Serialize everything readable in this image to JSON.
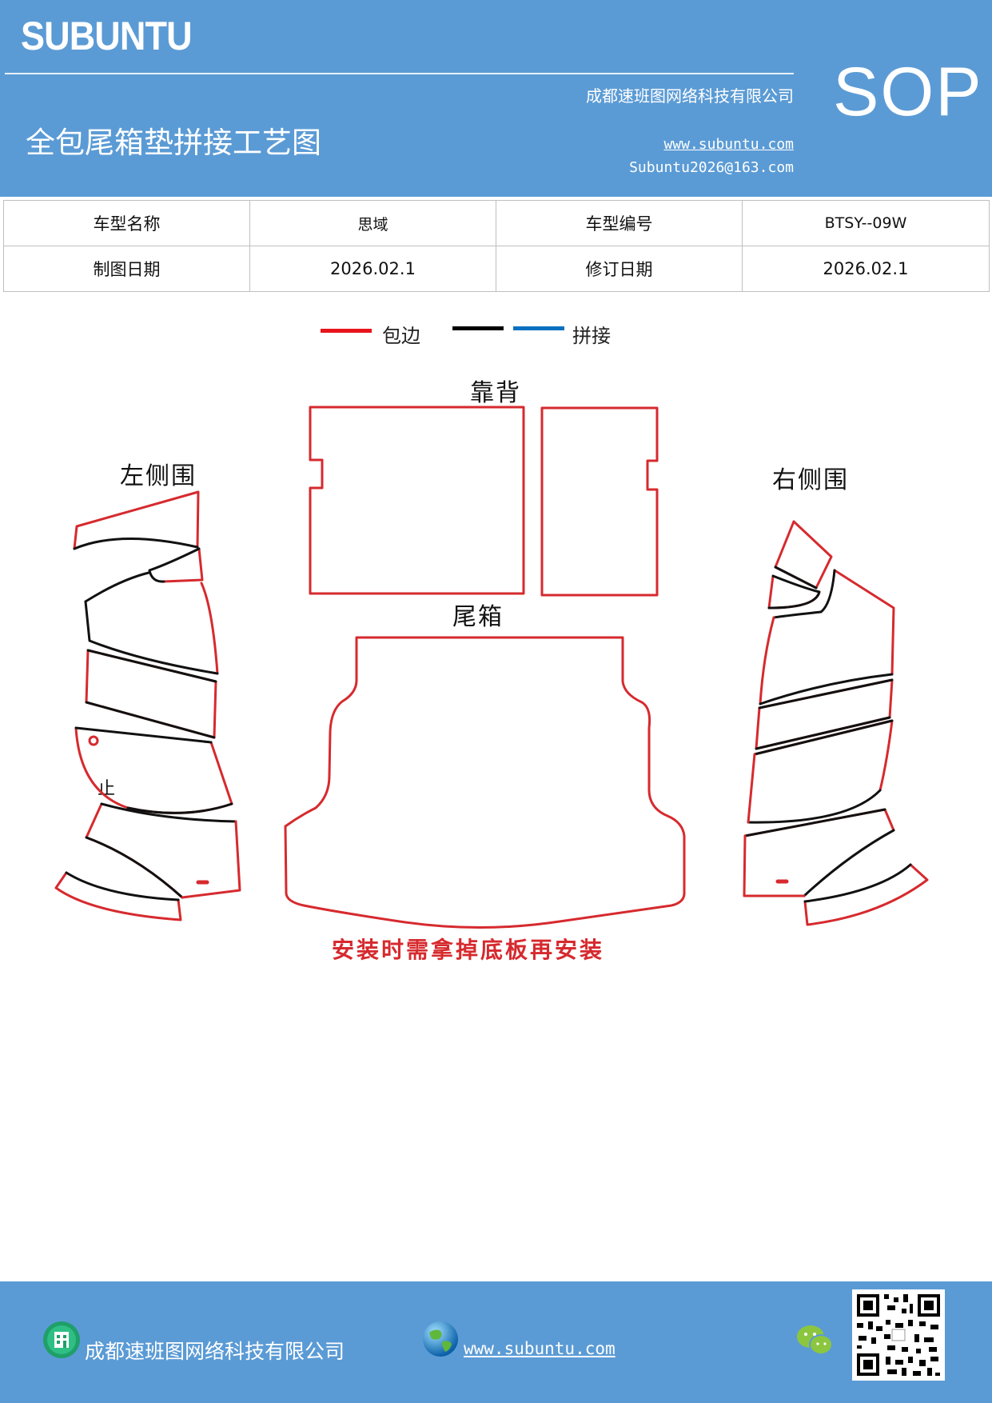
{
  "header": {
    "brand": "SUBUNTU",
    "company": "成都速班图网络科技有限公司",
    "title": "全包尾箱垫拼接工艺图",
    "url": "www.subuntu.com",
    "email": "Subuntu2026@163.com",
    "badge": "SOP"
  },
  "info_table": {
    "model_name_label": "车型名称",
    "model_name_value": "思域",
    "model_code_label": "车型编号",
    "model_code_value": "BTSY--09W",
    "draw_date_label": "制图日期",
    "draw_date_value": "2026.02.1",
    "revise_date_label": "修订日期",
    "revise_date_value": "2026.02.1"
  },
  "legend": {
    "items": [
      {
        "label": "包边",
        "color": "#e8141b"
      },
      {
        "label": "",
        "color": "#000000"
      },
      {
        "label": "拼接",
        "color": "#0a70c0"
      }
    ]
  },
  "diagram": {
    "labels": {
      "backrest": "靠背",
      "trunk": "尾箱",
      "left_side": "左侧围",
      "right_side": "右侧围",
      "small_mark": "止"
    },
    "note": "安装时需拿掉底板再安装",
    "colors": {
      "edge": "#d62a2e",
      "seam": "#111111",
      "note": "#d62a2e"
    }
  },
  "footer": {
    "company": "成都速班图网络科技有限公司",
    "url": "www.subuntu.com",
    "icons": [
      "building-icon",
      "globe-icon",
      "wechat-icon",
      "qr-code"
    ]
  }
}
